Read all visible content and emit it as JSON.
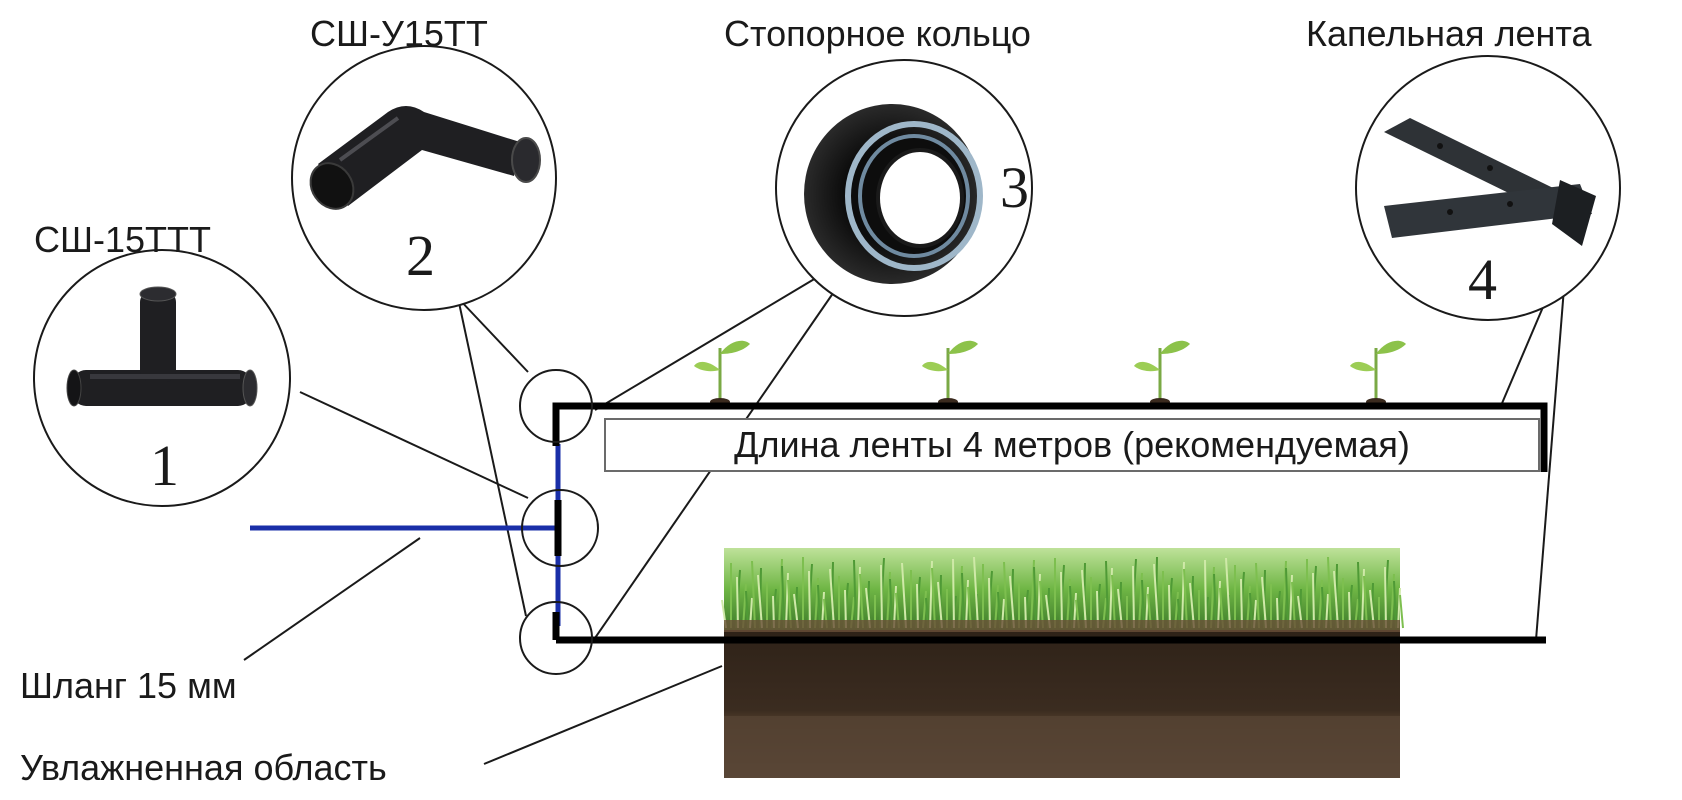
{
  "colors": {
    "hose": "#1a2fa8",
    "part": "#1f1f22",
    "grass": "#5aa83a",
    "soil_top": "#3a2a1e",
    "soil_bottom": "#5a4535"
  },
  "labels": {
    "part1": "СШ-15ТТТ",
    "part2": "СШ-У15ТТ",
    "part3": "Стопорное кольцо",
    "part4": "Капельная лента",
    "hose": "Шланг 15 мм",
    "moist_area": "Увлажненная область",
    "tape_length": "Длина ленты 4 метров (рекомендуемая)"
  },
  "numbers": {
    "n1": "1",
    "n2": "2",
    "n3": "3",
    "n4": "4"
  },
  "icons": {
    "part1": "tee-connector-icon",
    "part2": "elbow-connector-icon",
    "part3": "lock-ring-icon",
    "part4": "drip-tape-icon",
    "plant": "seedling-icon"
  }
}
